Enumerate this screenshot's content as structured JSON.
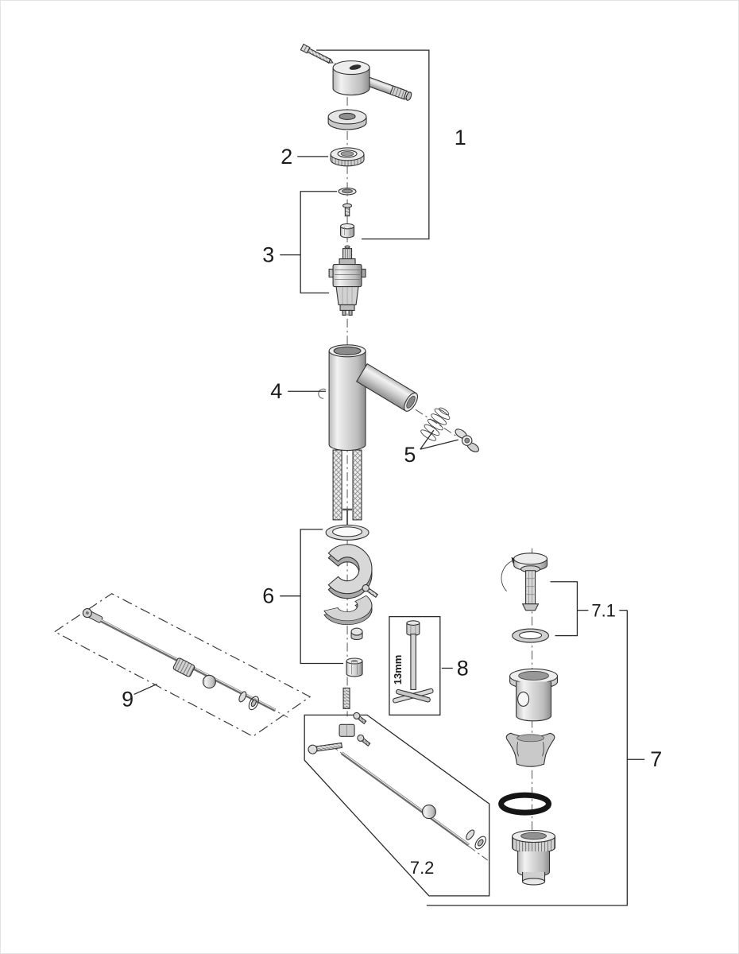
{
  "diagram": {
    "background": "#ffffff",
    "line_color": "#2a2a2a",
    "type": "exploded-parts-diagram"
  },
  "callouts": {
    "c1": "1",
    "c2": "2",
    "c3": "3",
    "c4": "4",
    "c5": "5",
    "c6": "6",
    "c7": "7",
    "c71": "7.1",
    "c72": "7.2",
    "c8": "8",
    "c9": "9"
  },
  "annotations": {
    "wrench_size": "13mm"
  }
}
